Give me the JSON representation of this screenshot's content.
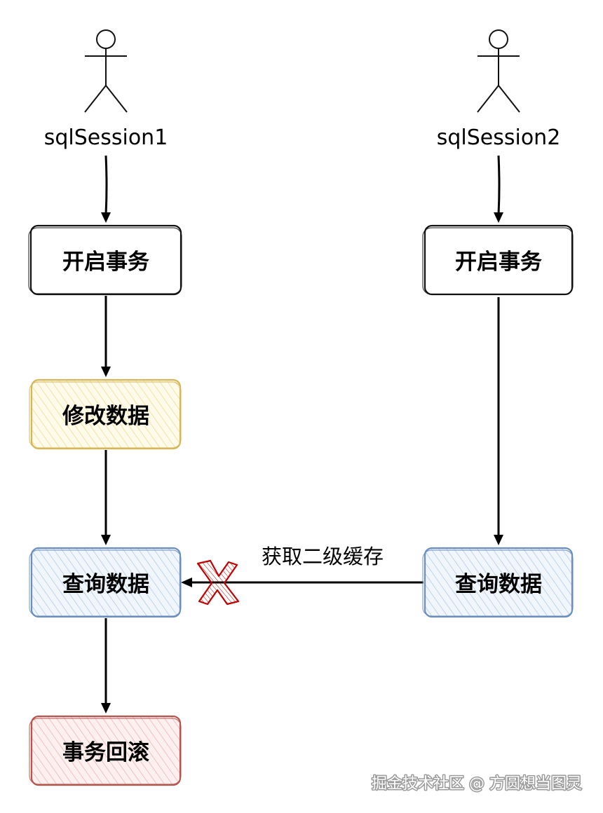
{
  "actors": {
    "session1": {
      "label": "sqlSession1"
    },
    "session2": {
      "label": "sqlSession2"
    }
  },
  "boxes": {
    "s1_begin": {
      "label": "开启事务",
      "fill": "#ffffff",
      "stroke": "#111111"
    },
    "s1_modify": {
      "label": "修改数据",
      "fill": "#fff2cc",
      "stroke": "#d6b656"
    },
    "s1_query": {
      "label": "查询数据",
      "fill": "#dae8fc",
      "stroke": "#6c8ebf"
    },
    "s1_rollback": {
      "label": "事务回滚",
      "fill": "#f8cecc",
      "stroke": "#b85450"
    },
    "s2_begin": {
      "label": "开启事务",
      "fill": "#ffffff",
      "stroke": "#111111"
    },
    "s2_query": {
      "label": "查询数据",
      "fill": "#dae8fc",
      "stroke": "#6c8ebf"
    }
  },
  "edges": {
    "cache_read": {
      "label": "获取二级缓存",
      "blocked_icon": "red-x-icon",
      "blocked_color": "#c00000"
    }
  },
  "watermark": {
    "text": "掘金技术社区 @ 方圆想当图灵"
  }
}
